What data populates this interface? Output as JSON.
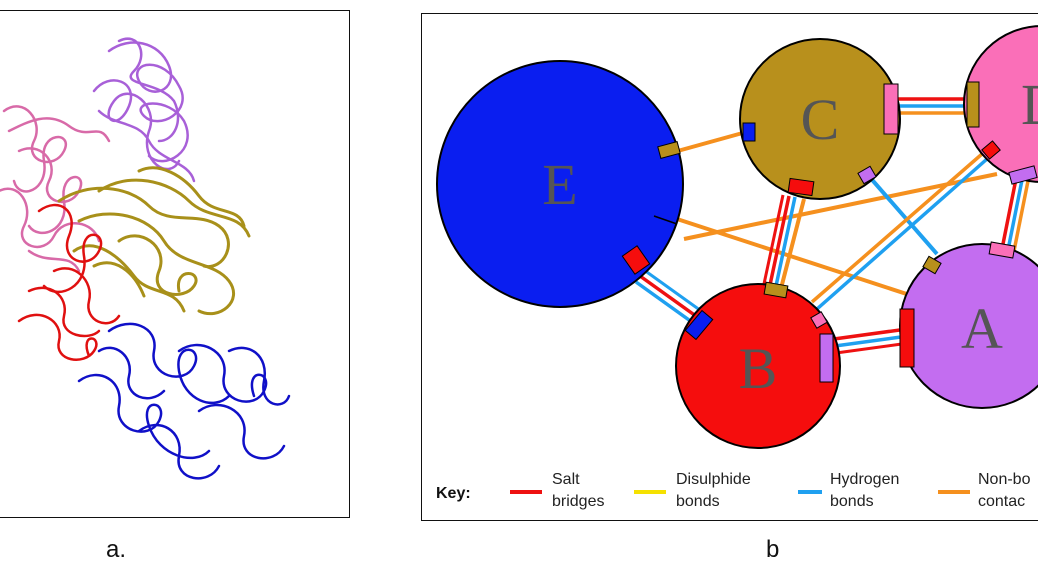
{
  "panel_a": {
    "caption": "a."
  },
  "panel_b": {
    "caption": "b",
    "nodes": [
      {
        "label": "E",
        "color": "#0a1ef0"
      },
      {
        "label": "C",
        "color": "#b8901c"
      },
      {
        "label": "D",
        "color": "#fa6fb8"
      },
      {
        "label": "B",
        "color": "#f50d0d"
      },
      {
        "label": "A",
        "color": "#c36df0"
      }
    ],
    "key": {
      "title": "Key:",
      "items": [
        {
          "line1": "Salt",
          "line2": "bridges",
          "color": "#ee1111"
        },
        {
          "line1": "Disulphide",
          "line2": "bonds",
          "color": "#f5e100"
        },
        {
          "line1": "Hydrogen",
          "line2": "bonds",
          "color": "#1fa0f0"
        },
        {
          "line1": "Non-bo",
          "line2": "contac",
          "color": "#f5901e"
        }
      ]
    }
  },
  "colors": {
    "salt_bridge": "#ee1111",
    "disulphide": "#f5e100",
    "hydrogen": "#1fa0f0",
    "non_bonded": "#f5901e",
    "chain_red": "#e01010",
    "chain_blue": "#1010c8",
    "chain_gold": "#a8901a",
    "chain_pink": "#d86aa8",
    "chain_purple": "#a860d8"
  }
}
